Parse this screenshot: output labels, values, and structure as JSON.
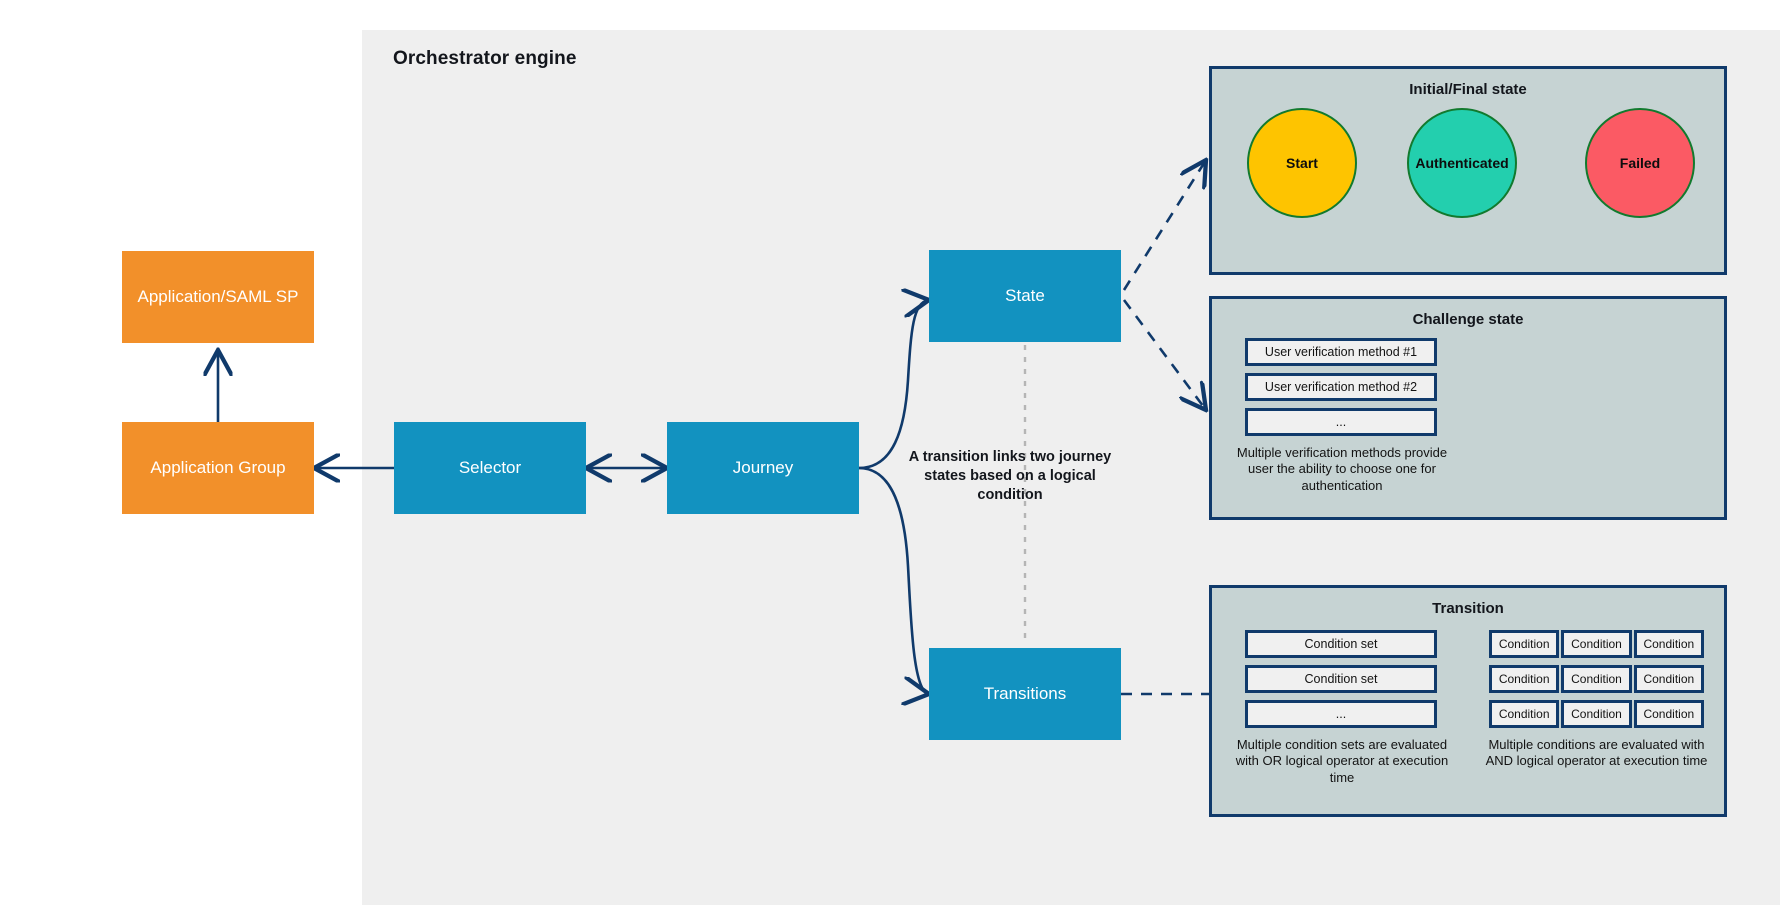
{
  "engine": {
    "title": "Orchestrator engine"
  },
  "nodes": {
    "application_saml_sp": "Application/SAML SP",
    "application_group": "Application Group",
    "selector": "Selector",
    "journey": "Journey",
    "state": "State",
    "transitions": "Transitions"
  },
  "center_note": "A transition links two journey states based on a logical condition",
  "initial_final": {
    "title": "Initial/Final state",
    "circles": [
      {
        "label": "Start",
        "color": "#fec400"
      },
      {
        "label": "Authenticated",
        "color": "#23cfae"
      },
      {
        "label": "Failed",
        "color": "#fb5a64"
      }
    ]
  },
  "challenge": {
    "title": "Challenge state",
    "rows": [
      "User verification method #1",
      "User verification method #2",
      "..."
    ],
    "caption": "Multiple verification methods provide user the ability to choose one for authentication"
  },
  "transition": {
    "title": "Transition",
    "condition_sets": [
      "Condition set",
      "Condition set",
      "..."
    ],
    "left_caption": "Multiple condition sets are evaluated with OR logical operator at execution time",
    "condition_grid": [
      [
        "Condition",
        "Condition",
        "Condition"
      ],
      [
        "Condition",
        "Condition",
        "Condition"
      ],
      [
        "Condition",
        "Condition",
        "Condition"
      ]
    ],
    "right_caption": "Multiple conditions are evaluated with AND logical operator at execution time"
  },
  "colors": {
    "orange": "#f2902a",
    "blue": "#1292c0",
    "panel_bg": "#efefef",
    "subpanel_bg": "#c6d3d3",
    "line": "#103a6b",
    "circle_border": "#127a2e"
  }
}
